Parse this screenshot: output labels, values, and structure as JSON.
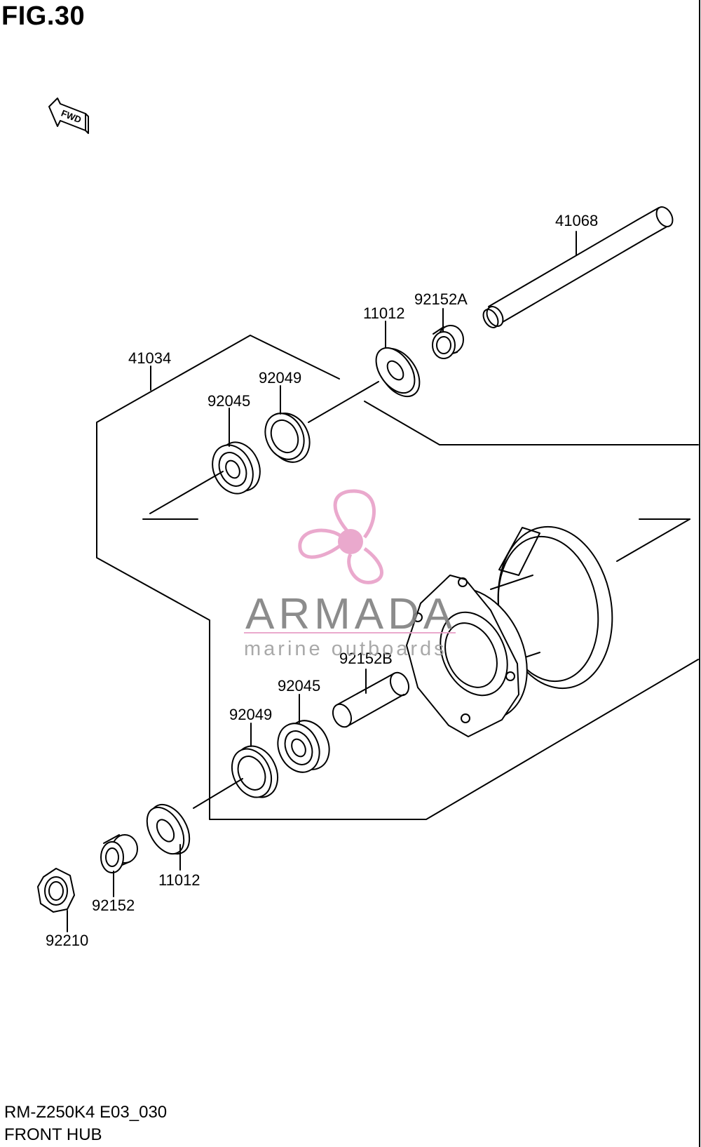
{
  "figure": {
    "title": "FIG.30",
    "model_code": "RM-Z250K4 E03_030",
    "section_name": "FRONT HUB",
    "fwd_label": "FWD"
  },
  "parts": [
    {
      "id": "p41068",
      "number": "41068"
    },
    {
      "id": "p92152A",
      "number": "92152A"
    },
    {
      "id": "p11012_top",
      "number": "11012"
    },
    {
      "id": "p41034",
      "number": "41034"
    },
    {
      "id": "p92049_top",
      "number": "92049"
    },
    {
      "id": "p92045_top",
      "number": "92045"
    },
    {
      "id": "p92152B",
      "number": "92152B"
    },
    {
      "id": "p92045_bot",
      "number": "92045"
    },
    {
      "id": "p92049_bot",
      "number": "92049"
    },
    {
      "id": "p11012_bot",
      "number": "11012"
    },
    {
      "id": "p92152",
      "number": "92152"
    },
    {
      "id": "p92210",
      "number": "92210"
    }
  ],
  "watermark": {
    "brand": "ARMADA",
    "tagline": "marine outboards",
    "color": "#e8a0c8",
    "text_color": "#808080"
  }
}
